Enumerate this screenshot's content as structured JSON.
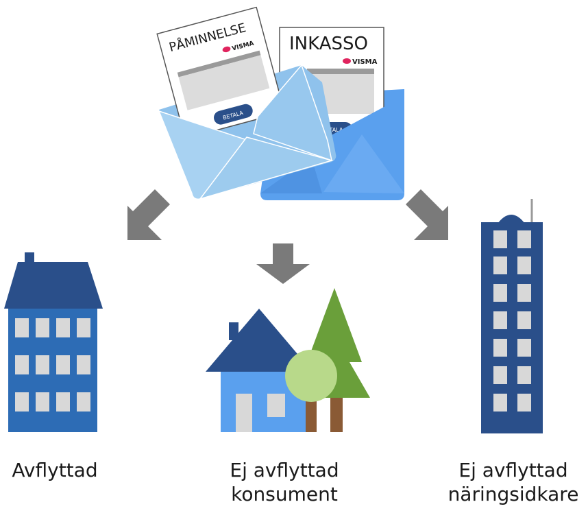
{
  "letters": {
    "reminder": {
      "title": "PÅMINNELSE",
      "brand": "VISMA",
      "button": "BETALA"
    },
    "collection": {
      "title": "INKASSO",
      "brand": "VISMA",
      "button": "BETALA"
    }
  },
  "labels": {
    "moved": "Avflyttad",
    "not_moved_consumer": {
      "line1": "Ej avflyttad",
      "line2": "konsument"
    },
    "not_moved_business": {
      "line1": "Ej avflyttad",
      "line2": "näringsidkare"
    }
  },
  "colors": {
    "envelope_back": "#5aa0ee",
    "envelope_front": "#9dcbee",
    "building_dark": "#2a4f8a",
    "building_mid": "#2d6cb5",
    "house_wall": "#5aa0ee",
    "window": "#d8d8d8",
    "tree_green": "#6a9f3a",
    "tree_light": "#b8d98a",
    "trunk": "#8a5a35",
    "arrow": "#7a7a7a",
    "button": "#2a4f8a",
    "brand_red": "#e0245e"
  }
}
